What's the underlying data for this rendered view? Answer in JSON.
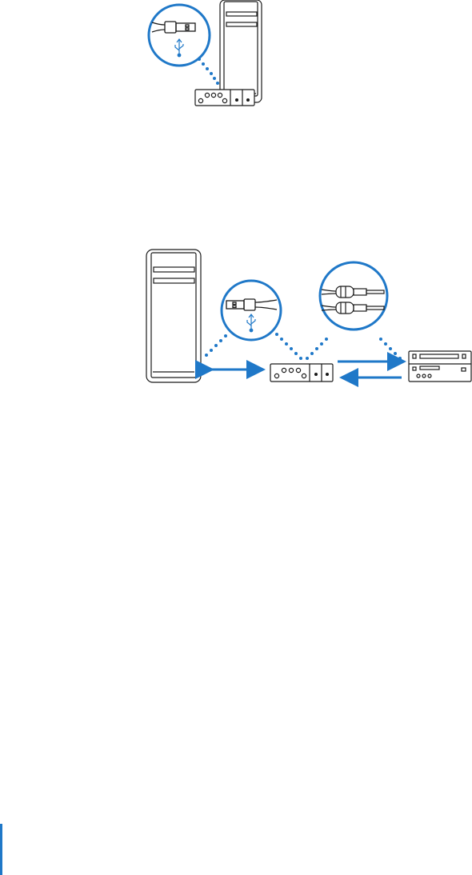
{
  "colors": {
    "accent": "#1f78c8",
    "line": "#1a1a1a",
    "background": "#ffffff"
  },
  "diagram_top": {
    "devices": [
      "computer-tower-icon",
      "audio-interface-icon"
    ],
    "callout": "usb-connector-icon",
    "connection": "usb-dotted-leader"
  },
  "diagram_bottom": {
    "devices": [
      "computer-tower-icon",
      "audio-interface-icon",
      "stereo-receiver-icon"
    ],
    "callouts": [
      "usb-connector-icon",
      "rca-connector-icon"
    ],
    "connections": [
      "bidirectional-usb-arrow",
      "audio-out-arrow",
      "audio-in-arrow"
    ]
  },
  "page_edge": {
    "color": "#1f78c8"
  }
}
